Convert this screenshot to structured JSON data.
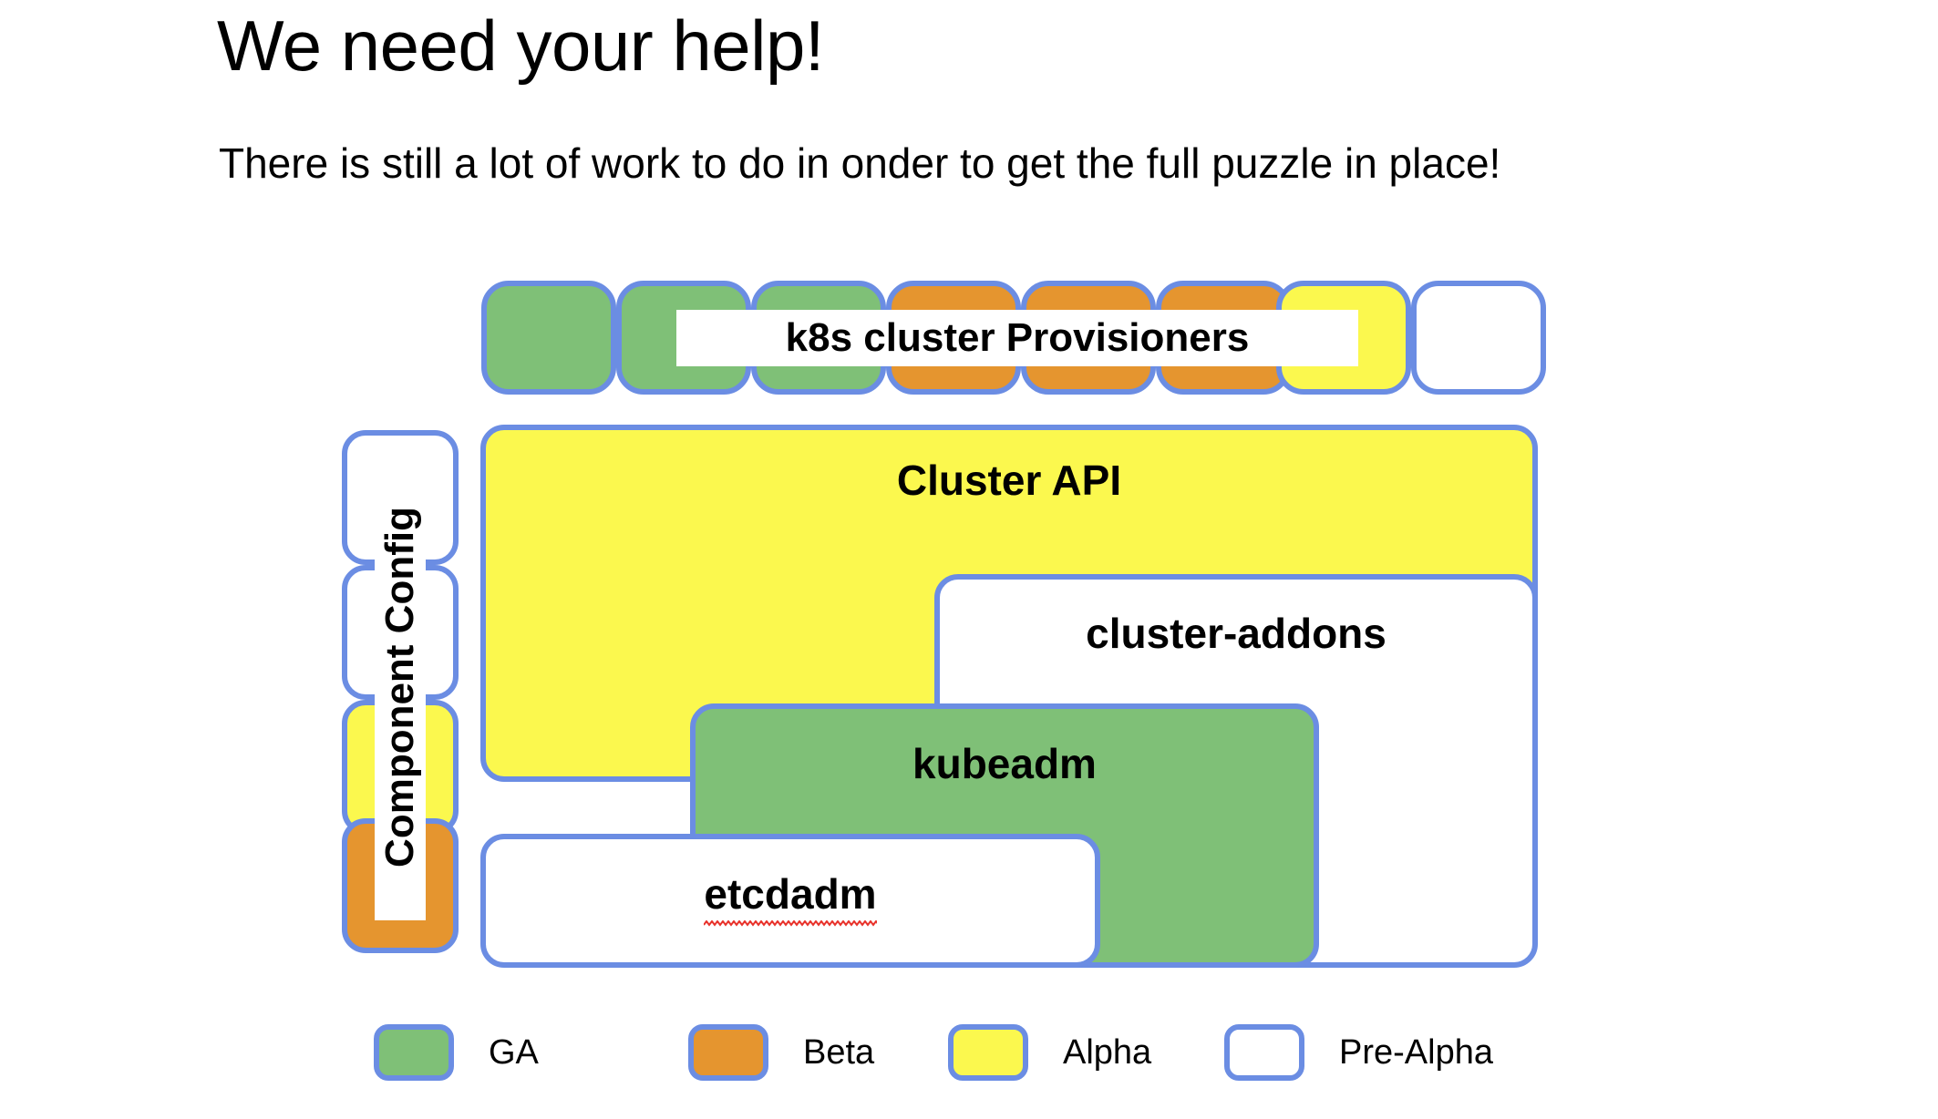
{
  "slide": {
    "title": "We need your help!",
    "subtitle": "There is still a lot of work to do in onder to get the full puzzle in place!"
  },
  "colors": {
    "border_blue": "#6b8de3",
    "ga_green": "#7fc077",
    "beta_orange": "#e5952f",
    "alpha_yellow": "#fbf84e",
    "prealpha_white": "#ffffff",
    "spellcheck_red": "#e8312a"
  },
  "provisioner_row": {
    "label": "k8s cluster Provisioners",
    "boxes": [
      {
        "status": "GA",
        "fill": "green"
      },
      {
        "status": "GA",
        "fill": "green"
      },
      {
        "status": "GA",
        "fill": "green"
      },
      {
        "status": "Beta",
        "fill": "orange"
      },
      {
        "status": "Beta",
        "fill": "orange"
      },
      {
        "status": "Beta",
        "fill": "orange"
      },
      {
        "status": "Alpha",
        "fill": "yellow"
      },
      {
        "status": "Pre-Alpha",
        "fill": "white"
      }
    ]
  },
  "component_config": {
    "label": "Component Config",
    "boxes": [
      {
        "status": "Pre-Alpha",
        "fill": "white"
      },
      {
        "status": "Pre-Alpha",
        "fill": "white"
      },
      {
        "status": "Alpha",
        "fill": "yellow"
      },
      {
        "status": "Beta",
        "fill": "orange"
      }
    ]
  },
  "stack": {
    "cluster_api": {
      "label": "Cluster API",
      "status": "Alpha",
      "fill": "yellow"
    },
    "cluster_addons": {
      "label": "cluster-addons",
      "status": "Pre-Alpha",
      "fill": "white"
    },
    "kubeadm": {
      "label": "kubeadm",
      "status": "GA",
      "fill": "green"
    },
    "etcdadm": {
      "label": "etcdadm",
      "status": "Pre-Alpha",
      "fill": "white",
      "spellcheck_flagged": true
    }
  },
  "legend": {
    "items": [
      {
        "label": "GA",
        "fill": "green"
      },
      {
        "label": "Beta",
        "fill": "orange"
      },
      {
        "label": "Alpha",
        "fill": "yellow"
      },
      {
        "label": "Pre-Alpha",
        "fill": "white"
      }
    ]
  }
}
